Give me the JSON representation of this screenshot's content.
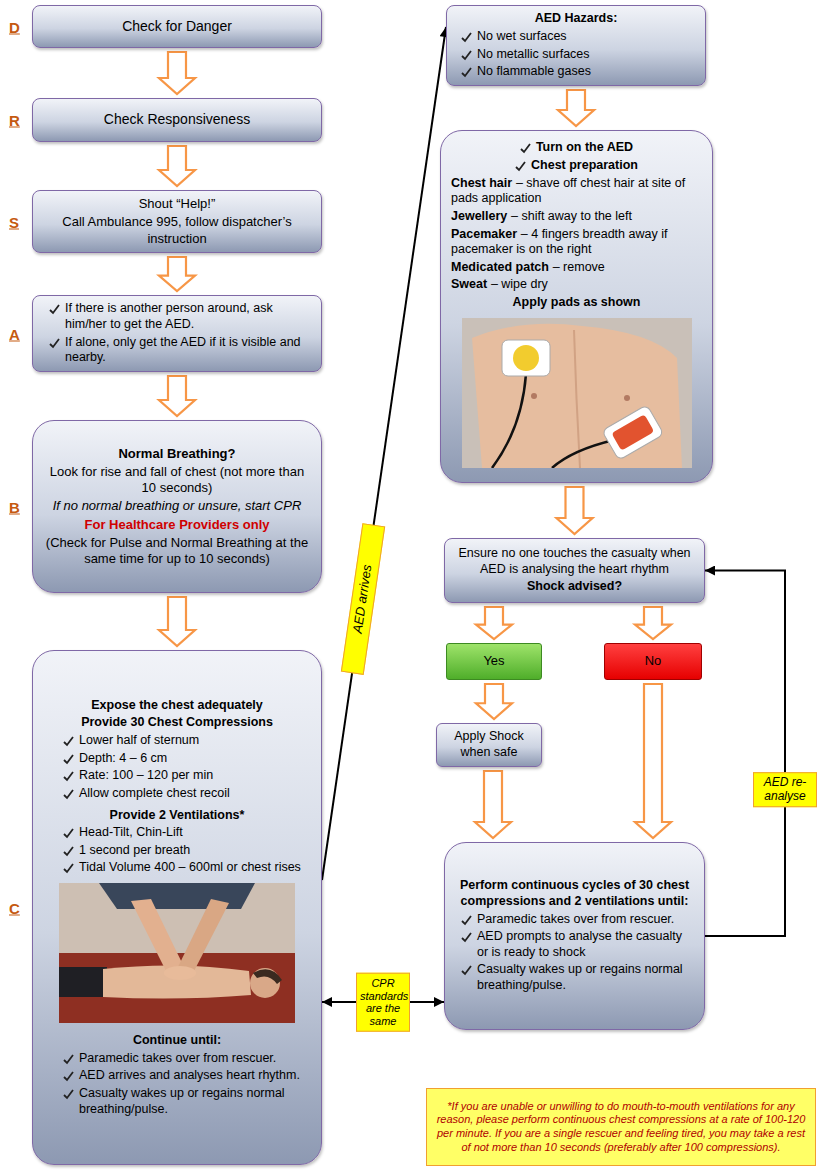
{
  "diagram": {
    "nodes": [
      {
        "text": [
          "Check for Danger"
        ]
      },
      {
        "text": [
          "Check Responsiveness"
        ]
      },
      {
        "text": [
          "Shout “Help!”",
          "Call Ambulance 995, follow dispatcher’s instruction"
        ]
      },
      {
        "text": [
          "If there is another person around, ask him/her to get the AED.",
          "If alone, only get the AED if it is visible and nearby."
        ]
      },
      {
        "text": [
          "Normal Breathing?",
          "Look for rise and fall of chest (not more than 10 seconds)",
          "If no normal breathing or unsure, start CPR",
          "For Healthcare Providers only",
          "(Check for Pulse and Normal Breathing at the same time for up to 10 seconds)"
        ]
      },
      {
        "text": [
          "Expose the chest adequately",
          "Provide 30 Chest Compressions",
          "Lower half of sternum",
          "Depth: 4 – 6 cm",
          "Rate: 100 – 120 per min",
          "Allow complete chest recoil",
          "Provide 2 Ventilations*",
          "Head-Tilt, Chin-Lift",
          "1 second per breath",
          "Tidal Volume 400 – 600ml or chest rises",
          "Continue until:",
          "Paramedic takes over from rescuer.",
          "AED arrives and analyses heart rhythm.",
          "Casualty wakes up or regains normal breathing/pulse."
        ]
      },
      {
        "text": [
          "AED Hazards:",
          "No wet surfaces",
          "No metallic surfaces",
          "No flammable gases"
        ]
      },
      {
        "text": [
          "Turn on the AED",
          "Chest preparation",
          "Chest hair",
          "– shave off chest hair at site of pads application",
          "Jewellery",
          "– shift away to the left",
          "Pacemaker",
          "– 4 fingers breadth away if pacemaker is on the right",
          "Medicated patch",
          "– remove",
          "Sweat",
          "– wipe dry",
          "Apply pads as shown"
        ]
      },
      {
        "text": [
          "Ensure no one touches the casualty when AED is analysing the heart rhythm",
          "Shock advised?"
        ]
      },
      {
        "text": [
          "Yes"
        ]
      },
      {
        "text": [
          "No"
        ]
      },
      {
        "text": [
          "Apply Shock when safe"
        ]
      },
      {
        "text": [
          "Perform continuous cycles of 30 chest compressions and 2 ventilations until:",
          "Paramedic takes over from rescuer.",
          "AED prompts to analyse the casualty or is ready to shock",
          "Casualty wakes up or regains normal breathing/pulse."
        ]
      },
      {
        "text": [
          "*If you are unable or unwilling to do mouth-to-mouth ventilations for any reason, please perform continuous chest compressions at a rate of 100-120 per minute. If you are a single rescuer and feeling tired, you may take a rest of not more than 10 seconds (preferably after 100 compressions)."
        ]
      }
    ],
    "edges": [
      {
        "from": 0,
        "to": 1,
        "arrow": "to"
      },
      {
        "from": 1,
        "to": 2,
        "arrow": "to"
      },
      {
        "from": 2,
        "to": 3,
        "arrow": "to"
      },
      {
        "from": 3,
        "to": 4,
        "arrow": "to"
      },
      {
        "from": 4,
        "to": 5,
        "arrow": "to"
      },
      {
        "from": 5,
        "to": 6,
        "label": "AED arrives",
        "arrow": "to"
      },
      {
        "from": 6,
        "to": 7,
        "arrow": "to"
      },
      {
        "from": 7,
        "to": 8,
        "arrow": "to"
      },
      {
        "from": 8,
        "to": 9,
        "arrow": "to"
      },
      {
        "from": 8,
        "to": 10,
        "arrow": "to"
      },
      {
        "from": 9,
        "to": 11,
        "arrow": "to"
      },
      {
        "from": 11,
        "to": 12,
        "arrow": "to"
      },
      {
        "from": 10,
        "to": 12,
        "arrow": "to"
      },
      {
        "from": 12,
        "to": 8,
        "label": "AED re-analyse",
        "arrow": "to"
      },
      {
        "from": 5,
        "to": 12,
        "label": "CPR standards are the same",
        "arrow": "both"
      }
    ],
    "labels": [
      "D",
      "R",
      "S",
      "A",
      "B",
      "C"
    ]
  }
}
